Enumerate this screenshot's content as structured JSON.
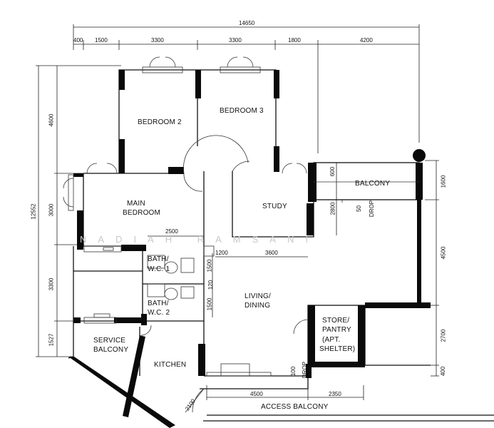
{
  "rooms": {
    "bedroom2": "BEDROOM 2",
    "bedroom3": "BEDROOM 3",
    "main_bedroom_1": "MAIN",
    "main_bedroom_2": "BEDROOM",
    "study": "STUDY",
    "balcony": "BALCONY",
    "bath1_a": "BATH/",
    "bath1_b": "W.C. 1",
    "bath2_a": "BATH/",
    "bath2_b": "W.C. 2",
    "living_1": "LIVING/",
    "living_2": "DINING",
    "store_1": "STORE/",
    "store_2": "PANTRY",
    "store_3": "(APT.",
    "store_4": "SHELTER)",
    "service_1": "SERVICE",
    "service_2": "BALCONY",
    "kitchen": "KITCHEN",
    "access_balcony": "ACCESS   BALCONY"
  },
  "drop_labels": {
    "balcony_drop_1": "50",
    "balcony_drop_2": "DROP",
    "access_drop_1": "100",
    "access_drop_2": "DROP"
  },
  "watermark": "NADIAH RAMSANI",
  "dimensions": {
    "overall_width": "14650",
    "top_400": "400",
    "top_1500": "1500",
    "top_3300_a": "3300",
    "top_3300_b": "3300",
    "top_1800": "1800",
    "top_4200": "4200",
    "left_overall": "12552",
    "left_4600": "4600",
    "left_3000": "3000",
    "left_3300": "3300",
    "left_1527": "1527",
    "right_1600": "1600",
    "right_4500": "4500",
    "right_2700": "2700",
    "right_400": "400",
    "inner_2500": "2500",
    "inner_1200": "1200",
    "inner_3600": "3600",
    "inner_1500_a": "1500",
    "inner_1500_b": "1500",
    "inner_120": "120",
    "inner_600": "600",
    "inner_2800": "2800",
    "bottom_4500": "4500",
    "bottom_2350": "2350",
    "kitchen_2100": "2100"
  }
}
